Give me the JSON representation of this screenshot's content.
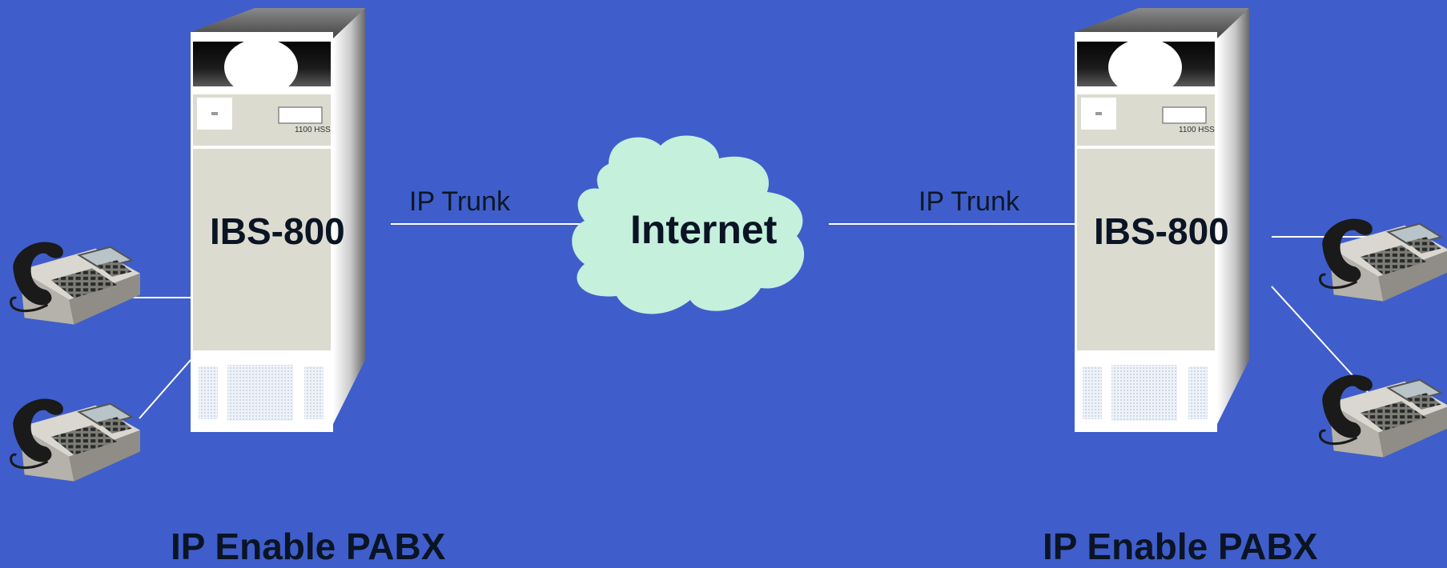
{
  "diagram": {
    "cloud_label": "Internet",
    "left": {
      "model": "IBS-800",
      "unit_tag": "1100 HSS",
      "trunk_label": "IP Trunk",
      "caption": "IP Enable PABX"
    },
    "right": {
      "model": "IBS-800",
      "unit_tag": "1100 HSS",
      "trunk_label": "IP Trunk",
      "caption": "IP Enable PABX"
    }
  },
  "colors": {
    "background": "#3f5ecb",
    "cloud_fill": "#c4f0dc",
    "cabinet_front": "#dcdbd0",
    "connector": "#ffffff",
    "text": "#0b1424"
  },
  "icons": [
    "pabx-cabinet-icon",
    "desk-phone-icon",
    "cloud-icon"
  ]
}
